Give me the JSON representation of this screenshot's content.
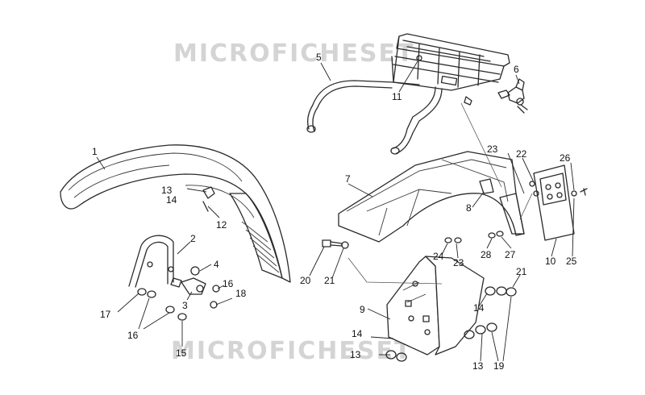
{
  "watermark": {
    "top": "MICROFICHESET",
    "bottom": "MICROFICHESET"
  },
  "callouts": [
    {
      "id": "c1",
      "text": "1"
    },
    {
      "id": "c2",
      "text": "2"
    },
    {
      "id": "c3",
      "text": "3"
    },
    {
      "id": "c4",
      "text": "4"
    },
    {
      "id": "c5",
      "text": "5"
    },
    {
      "id": "c6",
      "text": "6"
    },
    {
      "id": "c7",
      "text": "7"
    },
    {
      "id": "c8",
      "text": "8"
    },
    {
      "id": "c9",
      "text": "9"
    },
    {
      "id": "c10",
      "text": "10"
    },
    {
      "id": "c11",
      "text": "11"
    },
    {
      "id": "c12",
      "text": "12"
    },
    {
      "id": "c13a",
      "text": "13"
    },
    {
      "id": "c13b",
      "text": "13"
    },
    {
      "id": "c13c",
      "text": "13"
    },
    {
      "id": "c14a",
      "text": "14"
    },
    {
      "id": "c14b",
      "text": "14"
    },
    {
      "id": "c14c",
      "text": "14"
    },
    {
      "id": "c15",
      "text": "15"
    },
    {
      "id": "c16a",
      "text": "16"
    },
    {
      "id": "c16b",
      "text": "16"
    },
    {
      "id": "c17",
      "text": "17"
    },
    {
      "id": "c18",
      "text": "18"
    },
    {
      "id": "c19",
      "text": "19"
    },
    {
      "id": "c20",
      "text": "20"
    },
    {
      "id": "c21a",
      "text": "21"
    },
    {
      "id": "c21b",
      "text": "21"
    },
    {
      "id": "c22",
      "text": "22"
    },
    {
      "id": "c23a",
      "text": "23"
    },
    {
      "id": "c23b",
      "text": "23"
    },
    {
      "id": "c24",
      "text": "24"
    },
    {
      "id": "c25",
      "text": "25"
    },
    {
      "id": "c26",
      "text": "26"
    },
    {
      "id": "c27",
      "text": "27"
    },
    {
      "id": "c28",
      "text": "28"
    }
  ]
}
